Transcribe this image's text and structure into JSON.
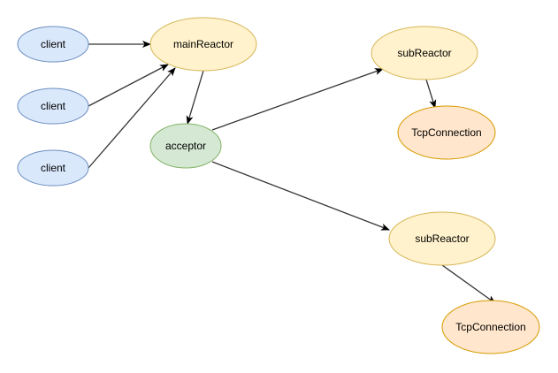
{
  "nodes": [
    {
      "id": "client1",
      "label": "client",
      "fill": "#dae8fc",
      "stroke": "#6c8ebf"
    },
    {
      "id": "client2",
      "label": "client",
      "fill": "#dae8fc",
      "stroke": "#6c8ebf"
    },
    {
      "id": "client3",
      "label": "client",
      "fill": "#dae8fc",
      "stroke": "#6c8ebf"
    },
    {
      "id": "mainReactor",
      "label": "mainReactor",
      "fill": "#fff2cc",
      "stroke": "#d6b656"
    },
    {
      "id": "acceptor",
      "label": "acceptor",
      "fill": "#d5e8d4",
      "stroke": "#82b366"
    },
    {
      "id": "subReactor1",
      "label": "subReactor",
      "fill": "#fff2cc",
      "stroke": "#d6b656"
    },
    {
      "id": "tcpConnection1",
      "label": "TcpConnection",
      "fill": "#ffe6cc",
      "stroke": "#d79b00"
    },
    {
      "id": "subReactor2",
      "label": "subReactor",
      "fill": "#fff2cc",
      "stroke": "#d6b656"
    },
    {
      "id": "tcpConnection2",
      "label": "TcpConnection",
      "fill": "#ffe6cc",
      "stroke": "#d79b00"
    }
  ],
  "edges": [
    {
      "from": "client1",
      "to": "mainReactor"
    },
    {
      "from": "client2",
      "to": "mainReactor"
    },
    {
      "from": "client3",
      "to": "mainReactor"
    },
    {
      "from": "mainReactor",
      "to": "acceptor"
    },
    {
      "from": "acceptor",
      "to": "subReactor1"
    },
    {
      "from": "acceptor",
      "to": "subReactor2"
    },
    {
      "from": "subReactor1",
      "to": "tcpConnection1"
    },
    {
      "from": "subReactor2",
      "to": "tcpConnection2"
    }
  ],
  "colors": {
    "edge": "#333333",
    "text": "#000000",
    "background": "#ffffff"
  }
}
